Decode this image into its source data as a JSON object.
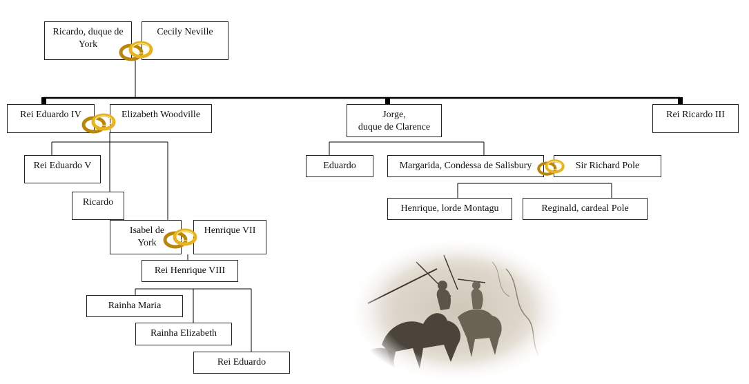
{
  "tree": {
    "ricardo_york": "Ricardo, duque de York",
    "cecily": "Cecily Neville",
    "eduardo_iv": "Rei Eduardo IV",
    "elizabeth_woodville": "Elizabeth Woodville",
    "jorge_line1": "Jorge,",
    "jorge_line2": "duque de Clarence",
    "ricardo_iii": "Rei Ricardo III",
    "eduardo_v": "Rei Eduardo V",
    "ricardo": "Ricardo",
    "isabel_york": "Isabel de York",
    "henrique_vii": "Henrique VII",
    "henrique_viii": "Rei Henrique VIII",
    "rainha_maria": "Rainha Maria",
    "rainha_elizabeth": "Rainha Elizabeth",
    "rei_eduardo": "Rei Eduardo",
    "eduardo": "Eduardo",
    "margarida": "Margarida, Condessa de Salisbury",
    "richard_pole": "Sir Richard Pole",
    "henrique_montagu": "Henrique, lorde Montagu",
    "reginald_pole": "Reginald, cardeal Pole"
  },
  "icons": {
    "marriage": "wedding-rings-icon",
    "illustration": "battle-illustration"
  },
  "colors": {
    "ring_gold": "#d4a017",
    "line": "#000000"
  }
}
